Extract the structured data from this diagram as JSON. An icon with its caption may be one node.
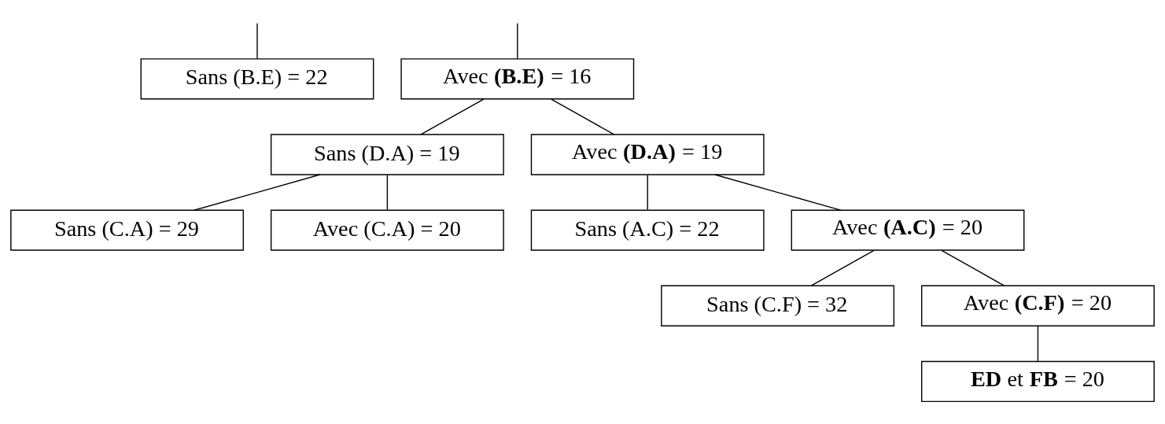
{
  "diagram": {
    "nodes": [
      {
        "text": [
          "Sans (B.E) = 22"
        ]
      },
      {
        "text": [
          "Avec **(B.E)** = 16"
        ]
      },
      {
        "text": [
          "Sans (D.A) = 19"
        ]
      },
      {
        "text": [
          "Avec **(D.A)** = 19"
        ]
      },
      {
        "text": [
          "Sans (C.A) = 29"
        ]
      },
      {
        "text": [
          "Avec (C.A) = 20"
        ]
      },
      {
        "text": [
          "Sans (A.C) = 22"
        ]
      },
      {
        "text": [
          "Avec **(A.C)** = 20"
        ]
      },
      {
        "text": [
          "Sans (C.F) = 32"
        ]
      },
      {
        "text": [
          "Avec **(C.F)** = 20"
        ]
      },
      {
        "text": [
          "**ED** et **FB** = 20"
        ]
      }
    ],
    "edges": [
      {
        "from": null,
        "to": 0,
        "arrow": "none"
      },
      {
        "from": null,
        "to": 1,
        "arrow": "none"
      },
      {
        "from": 1,
        "to": 2,
        "arrow": "none"
      },
      {
        "from": 1,
        "to": 3,
        "arrow": "none"
      },
      {
        "from": 2,
        "to": 4,
        "arrow": "none"
      },
      {
        "from": 2,
        "to": 5,
        "arrow": "none"
      },
      {
        "from": 3,
        "to": 6,
        "arrow": "none"
      },
      {
        "from": 3,
        "to": 7,
        "arrow": "none"
      },
      {
        "from": 7,
        "to": 8,
        "arrow": "none"
      },
      {
        "from": 7,
        "to": 9,
        "arrow": "none"
      },
      {
        "from": 9,
        "to": 10,
        "arrow": "none"
      }
    ]
  }
}
